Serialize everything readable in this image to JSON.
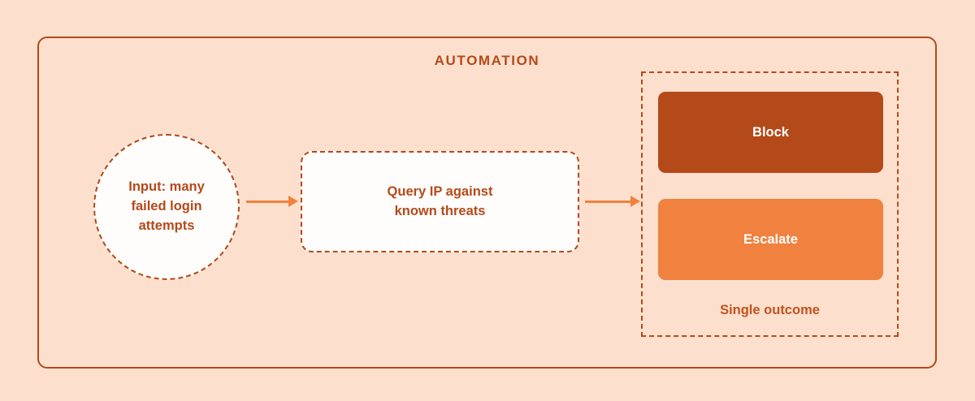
{
  "diagram": {
    "title": "AUTOMATION",
    "background_color": "#FCE0CD",
    "accent_color": "#B4491A",
    "arrow_color": "#F0813F",
    "input": {
      "line1": "Input: many",
      "line2": "failed login",
      "line3": "attempts"
    },
    "process": {
      "line1": "Query IP against",
      "line2": "known threats"
    },
    "outcomes": {
      "caption": "Single outcome",
      "items": [
        {
          "label": "Block",
          "color": "#B4491A"
        },
        {
          "label": "Escalate",
          "color": "#F0813F"
        }
      ]
    }
  }
}
